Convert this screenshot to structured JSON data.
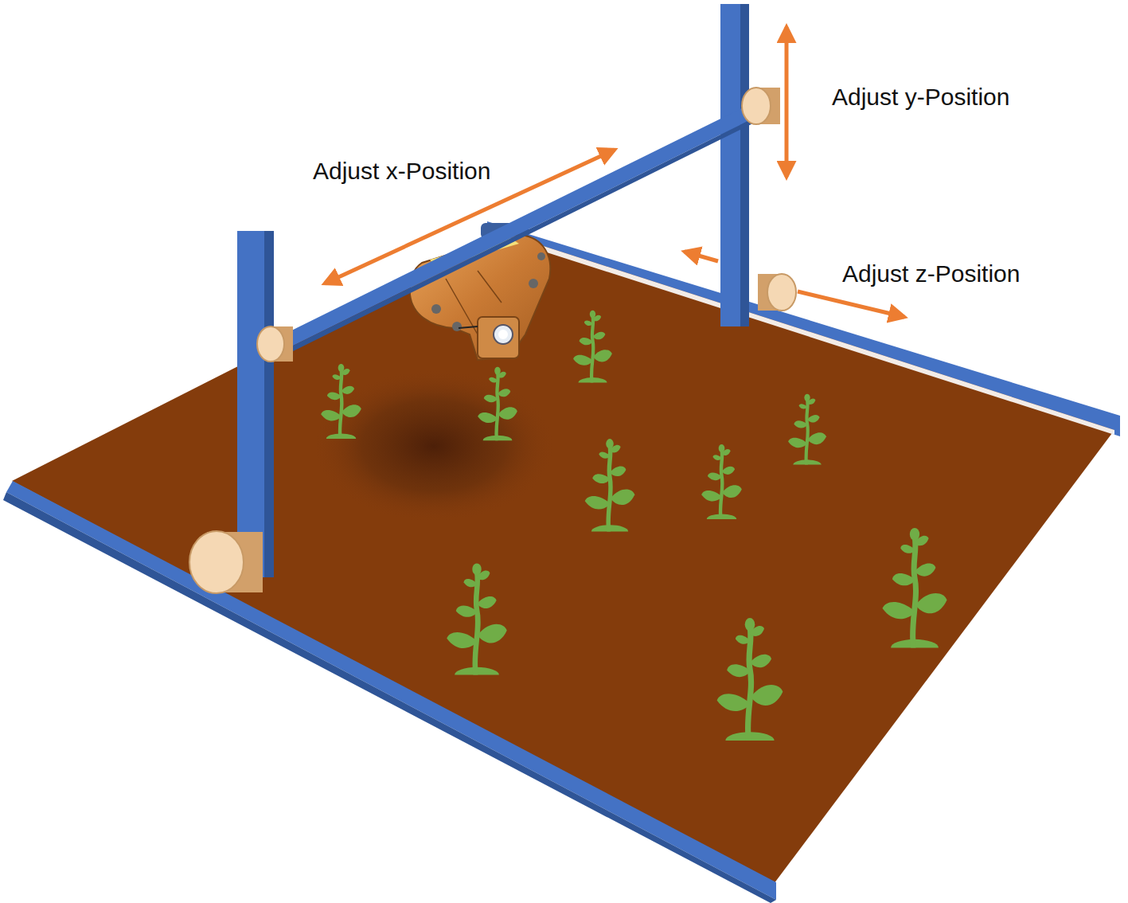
{
  "diagram": {
    "labels": [
      "Adjust y-Position",
      "Adjust x-Position",
      "Adjust z-Position"
    ]
  }
}
